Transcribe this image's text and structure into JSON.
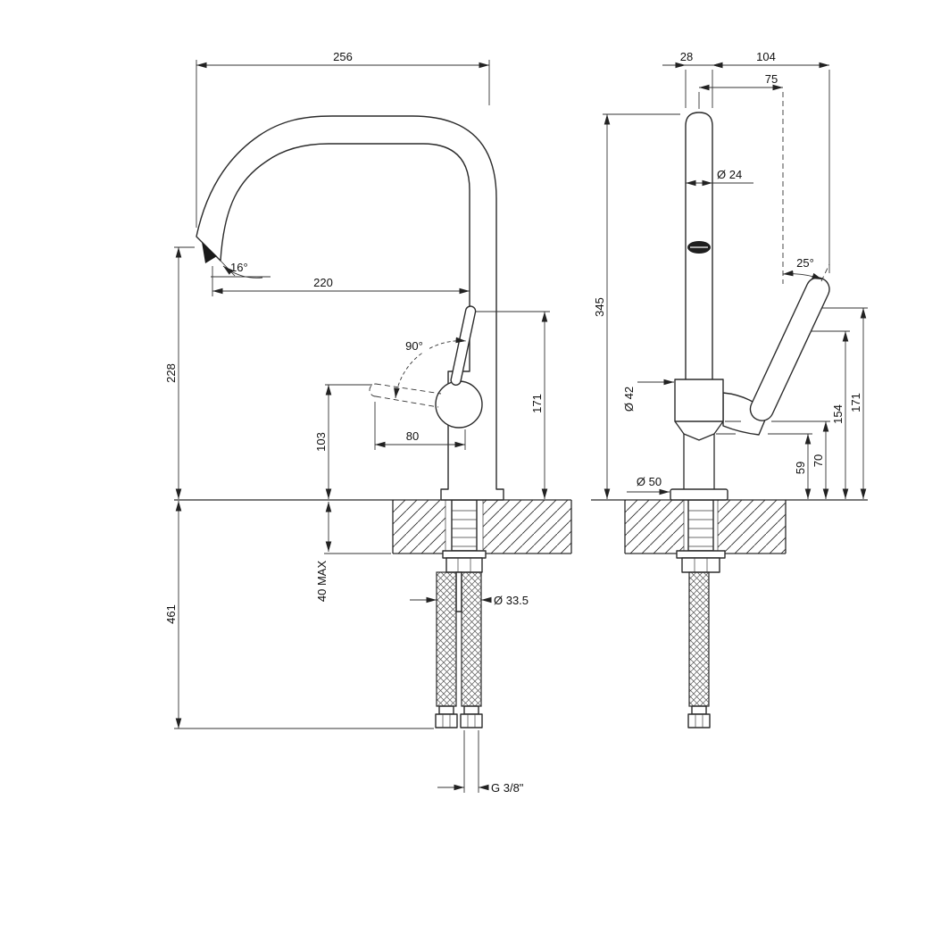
{
  "meta": {
    "background_color": "#ffffff",
    "ink_color": "#2b2b2b",
    "drawing_subject": "single-lever kitchen mixer tap, front and side elevation with dimensions"
  },
  "dims": {
    "front": {
      "overall_width": "256",
      "spout_angle": "16°",
      "spout_reach": "220",
      "handle_rotation": "90°",
      "spout_height": "228",
      "handle_height": "103",
      "handle_reach": "80",
      "lever_top_height": "171",
      "deck_max": "40 MAX",
      "hose_length": "461",
      "hose_dia": "Ø 33.5",
      "thread": "G 3/8\""
    },
    "side": {
      "tube_width": "28",
      "handle_offset": "104",
      "pivot_offset": "75",
      "spout_tube_dia": "Ø 24",
      "lever_angle": "25°",
      "total_height": "345",
      "body_dia": "Ø 42",
      "pivot_height": "154",
      "lever_height": "171",
      "base_top_height": "59",
      "body_bottom_height": "70",
      "base_dia": "Ø 50"
    }
  }
}
